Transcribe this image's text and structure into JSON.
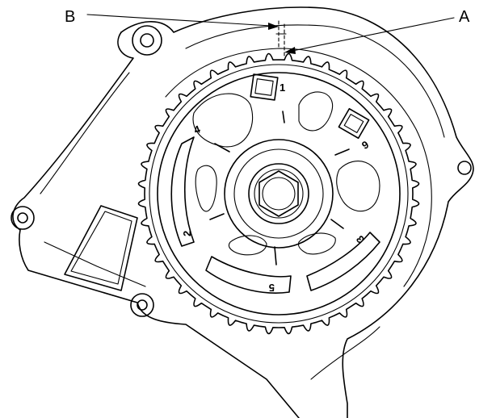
{
  "callouts": {
    "b": "B",
    "a": "A"
  },
  "timing_numbers": {
    "n1": "1",
    "n2": "2",
    "n3": "3",
    "n4": "4",
    "n5": "5",
    "n6": "6"
  },
  "colors": {
    "ink": "#000000",
    "paper": "#ffffff"
  }
}
